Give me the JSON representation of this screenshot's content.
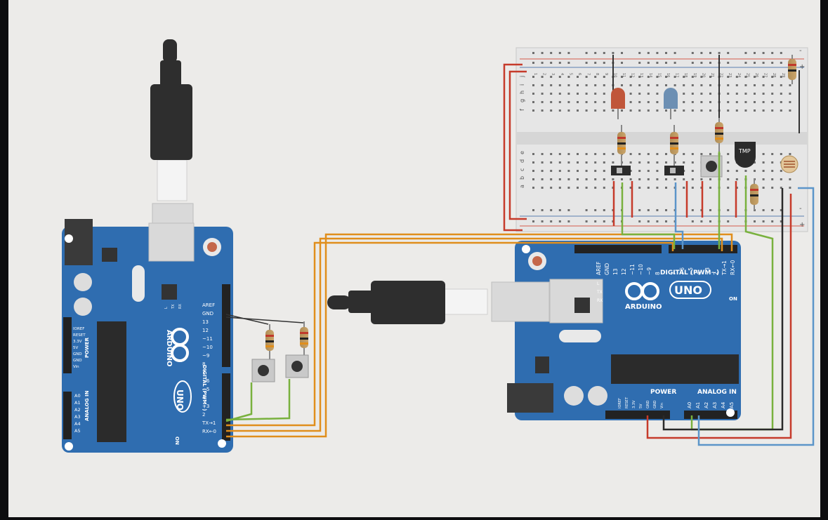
{
  "left_board": {
    "brand": "ARDUINO",
    "model": "UNO",
    "power_header": "POWER",
    "analog_header": "ANALOG IN",
    "digital_header": "DIGITAL (PWM~)",
    "power_pins": [
      "IOREF",
      "RESET",
      "3.3V",
      "5V",
      "GND",
      "GND",
      "Vin"
    ],
    "analog_pins": [
      "A0",
      "A1",
      "A2",
      "A3",
      "A4",
      "A5"
    ],
    "digital_pins": [
      "AREF",
      "GND",
      "13",
      "12",
      "~11",
      "~10",
      "~9",
      "8",
      "7",
      "~6",
      "~5",
      "4",
      "~3",
      "2",
      "TX→1",
      "RX←0"
    ],
    "led_labels": [
      "L",
      "TX",
      "RX"
    ],
    "on_label": "ON"
  },
  "right_board": {
    "brand": "ARDUINO",
    "model": "UNO",
    "power_header": "POWER",
    "analog_header": "ANALOG IN",
    "digital_header": "DIGITAL (PWM~)",
    "power_pins": [
      "IOREF",
      "RESET",
      "3.3V",
      "5V",
      "GND",
      "GND",
      "Vin"
    ],
    "analog_pins": [
      "A0",
      "A1",
      "A2",
      "A3",
      "A4",
      "A5"
    ],
    "digital_pins": [
      "AREF",
      "GND",
      "13",
      "12",
      "~11",
      "~10",
      "~9",
      "8",
      "7",
      "~6",
      "~5",
      "4",
      "~3",
      "2",
      "TX→1",
      "RX←0"
    ],
    "led_labels": [
      "L",
      "TX",
      "RX"
    ],
    "on_label": "ON"
  },
  "breadboard": {
    "row_letters_top": [
      "f",
      "g",
      "h",
      "i",
      "j"
    ],
    "row_letters_bottom": [
      "a",
      "b",
      "c",
      "d",
      "e"
    ],
    "column_numbers": [
      "1",
      "2",
      "3",
      "4",
      "5",
      "6",
      "7",
      "8",
      "9",
      "10",
      "11",
      "12",
      "13",
      "14",
      "15",
      "16",
      "17",
      "18",
      "19",
      "20",
      "21",
      "22",
      "23",
      "24",
      "25",
      "26",
      "27",
      "28",
      "29",
      "30"
    ],
    "rail_plus": "+",
    "rail_minus": "-",
    "sensor_label": "TMP"
  },
  "colors": {
    "board": "#2f6db0",
    "board_dark": "#24578f",
    "wire_orange": "#e08e1c",
    "wire_red": "#c63b2b",
    "wire_green": "#79b13e",
    "wire_blue": "#5c95c9",
    "wire_black": "#2a2a2a",
    "led_red": "#c0563a",
    "led_blue": "#6c8fb3"
  },
  "icons": [
    "usb-cable-icon",
    "arduino-infinity-logo-icon",
    "pushbutton-icon",
    "resistor-icon",
    "led-icon",
    "slide-switch-icon",
    "temperature-sensor-icon",
    "photoresistor-icon"
  ]
}
